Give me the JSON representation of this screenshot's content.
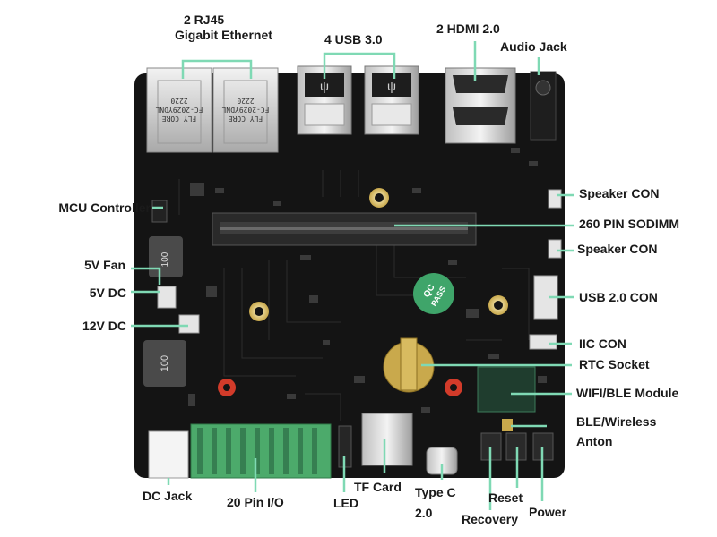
{
  "labels": {
    "rj45_line1": "2 RJ45",
    "rj45_line2": "Gigabit Ethernet",
    "usb30": "4 USB 3.0",
    "hdmi": "2 HDMI 2.0",
    "audio_jack": "Audio Jack",
    "speaker_con_1": "Speaker CON",
    "sodimm": "260 PIN SODIMM",
    "speaker_con_2": "Speaker CON",
    "usb20_con": "USB 2.0 CON",
    "iic_con": "IIC CON",
    "rtc_socket": "RTC Socket",
    "wifi_ble": "WIFI/BLE Module",
    "ble_line1": "BLE/Wireless",
    "ble_line2": "Anton",
    "mcu_controller": "MCU Controller",
    "fan_5v": "5V Fan",
    "dc_5v": "5V DC",
    "dc_12v": "12V DC",
    "dc_jack": "DC Jack",
    "pin_io": "20 Pin I/O",
    "led": "LED",
    "tf_card": "TF Card",
    "typec_line1": "Type C",
    "typec_line2": "2.0",
    "reset": "Reset",
    "recovery": "Recovery",
    "power": "Power"
  },
  "board_text": {
    "rj45_brand_1": "FLY_CORE",
    "rj45_model_1": "FC-2029YDNL",
    "rj45_year_1": "2220",
    "rj45_brand_2": "FLY_CORE",
    "rj45_model_2": "FC-2029YDNL",
    "rj45_year_2": "2220",
    "qc_line1": "QC",
    "qc_line2": "PASS",
    "inductor_1": "100",
    "inductor_2": "100"
  },
  "colors": {
    "leader": "#7fd9b4",
    "board": "#141414",
    "terminal": "#4caa6b",
    "qc_sticker": "#3fa56a"
  }
}
